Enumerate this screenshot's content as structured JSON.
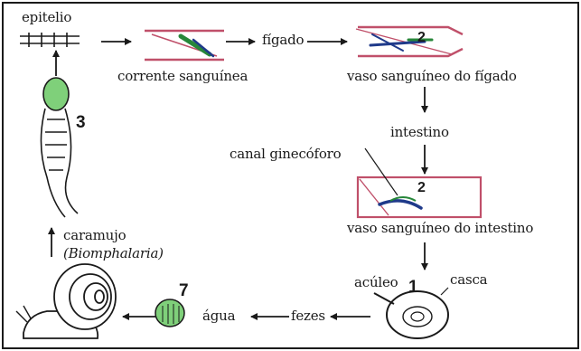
{
  "labels": {
    "epitelio": "epitelio",
    "corrente": "corrente sanguínea",
    "figado": "fígado",
    "vaso_figado": "vaso sanguíneo do fígado",
    "intestino": "intestino",
    "canal": "canal ginecóforo",
    "vaso_intestino": "vaso sanguíneo do intestino",
    "caramujo": "caramujo",
    "genus": "(Biomphalaria)",
    "aculeo": "acúleo",
    "casca": "casca",
    "fezes": "fezes",
    "agua": "água"
  },
  "numbers": {
    "three": "3",
    "two_liver": "2",
    "two_intestine": "2",
    "one": "1",
    "seven": "7"
  },
  "colors": {
    "vessel": "#c0506a",
    "worm": "#27873a",
    "worm_dark": "#1f3a8a",
    "larva": "#7fd07a",
    "ink": "#1a1a1a"
  }
}
